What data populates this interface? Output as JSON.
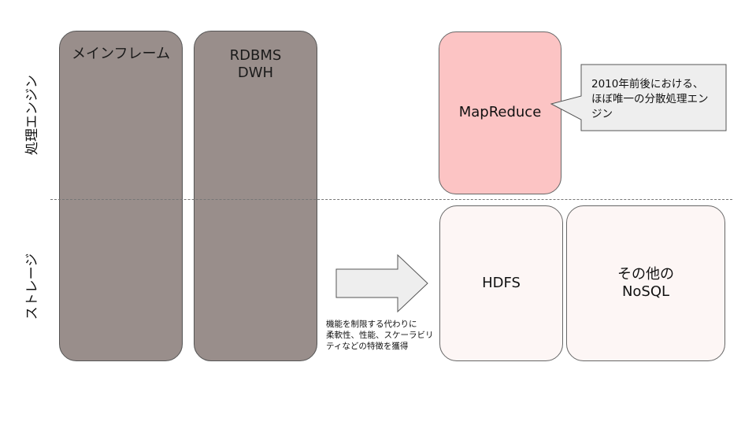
{
  "side_labels": {
    "engine": "処理エンジン",
    "storage": "ストレージ"
  },
  "columns": {
    "mainframe": "メインフレーム",
    "rdbms_line1": "RDBMS",
    "rdbms_line2": "DWH"
  },
  "boxes": {
    "mapreduce": "MapReduce",
    "hdfs": "HDFS",
    "nosql_line1": "その他の",
    "nosql_line2": "NoSQL"
  },
  "callout": {
    "line1": "2010年前後における、",
    "line2": "ほぼ唯一の分散処理エン",
    "line3": "ジン"
  },
  "arrow_caption": {
    "line1": "機能を制限する代わりに",
    "line2": "柔軟性、性能、スケーラビリ",
    "line3": "ティなどの特徴を獲得"
  }
}
